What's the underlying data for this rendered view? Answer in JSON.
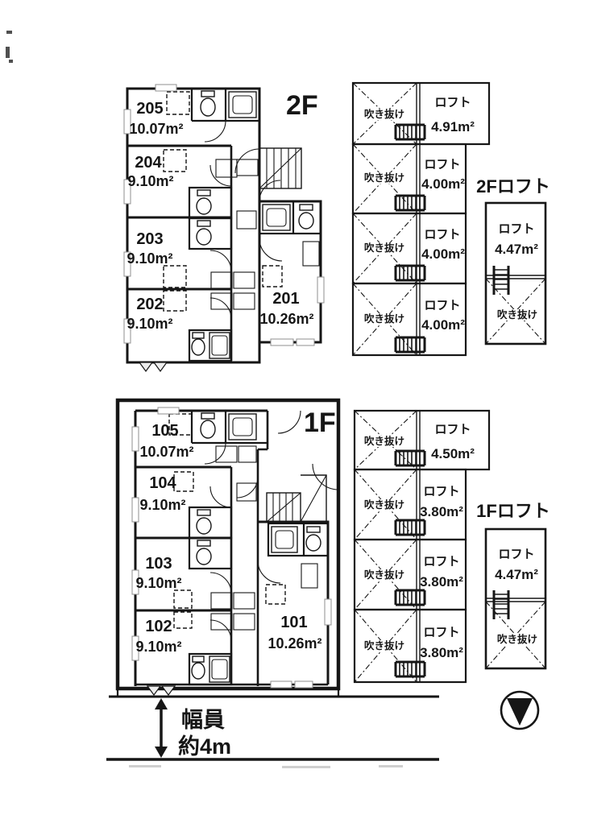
{
  "floor_2f": {
    "label": "2F",
    "rooms": [
      {
        "no": "205",
        "area": "10.07m²"
      },
      {
        "no": "204",
        "area": "9.10m²"
      },
      {
        "no": "203",
        "area": "9.10m²"
      },
      {
        "no": "202",
        "area": "9.10m²"
      },
      {
        "no": "201",
        "area": "10.26m²"
      }
    ],
    "loft_cells": [
      {
        "void_label": "吹き抜け",
        "loft_label": "ロフト",
        "area": "4.91m²"
      },
      {
        "void_label": "吹き抜け",
        "loft_label": "ロフト",
        "area": "4.00m²"
      },
      {
        "void_label": "吹き抜け",
        "loft_label": "ロフト",
        "area": "4.00m²"
      },
      {
        "void_label": "吹き抜け",
        "loft_label": "ロフト",
        "area": "4.00m²"
      }
    ],
    "loft_plan": {
      "title": "2Fロフト",
      "loft_label": "ロフト",
      "area": "4.47m²",
      "void_label": "吹き抜け"
    }
  },
  "floor_1f": {
    "label": "1F",
    "rooms": [
      {
        "no": "105",
        "area": "10.07m²"
      },
      {
        "no": "104",
        "area": "9.10m²"
      },
      {
        "no": "103",
        "area": "9.10m²"
      },
      {
        "no": "102",
        "area": "9.10m²"
      },
      {
        "no": "101",
        "area": "10.26m²"
      }
    ],
    "loft_cells": [
      {
        "void_label": "吹き抜け",
        "loft_label": "ロフト",
        "area": "4.50m²"
      },
      {
        "void_label": "吹き抜け",
        "loft_label": "ロフト",
        "area": "3.80m²"
      },
      {
        "void_label": "吹き抜け",
        "loft_label": "ロフト",
        "area": "3.80m²"
      },
      {
        "void_label": "吹き抜け",
        "loft_label": "ロフト",
        "area": "3.80m²"
      }
    ],
    "loft_plan": {
      "title": "1Fロフト",
      "loft_label": "ロフト",
      "area": "4.47m²",
      "void_label": "吹き抜け"
    }
  },
  "road": {
    "label_line1": "幅員",
    "label_line2": "約4m"
  }
}
